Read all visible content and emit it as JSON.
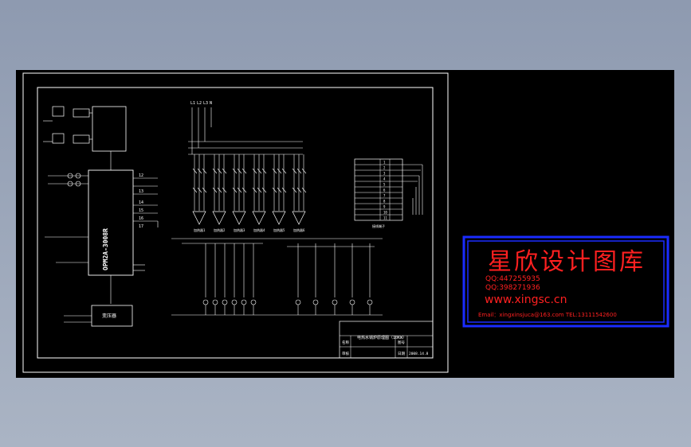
{
  "drawing": {
    "controller_label": "OPM2A-3008R",
    "title_block": {
      "title": "电热水锅炉原理图（10KW）",
      "row1_label": "名称",
      "row1_right": "图号",
      "row2_label": "审核",
      "row2_right": "日期",
      "row2_date": "2008.14.8"
    },
    "transformer_label": "变压器",
    "motor_labels": [
      "加热器1",
      "加热器2",
      "加热器3",
      "加热器4",
      "加热器5",
      "加热器6"
    ],
    "terminal_header": "接线端子",
    "terminal_rows": [
      "1",
      "2",
      "3",
      "4",
      "5",
      "6",
      "7",
      "8",
      "9",
      "10",
      "11"
    ],
    "phase_labels": [
      "L1",
      "L2",
      "L3",
      "N"
    ],
    "pin_labels": [
      "12",
      "13",
      "14",
      "15",
      "16",
      "17"
    ]
  },
  "watermark": {
    "title": "星欣设计图库",
    "qq1": "QQ:447255935",
    "qq2": "QQ:398271936",
    "website": "www.xingsc.cn",
    "contact": "Email：xingxinsjuca@163.com   TEL:13111542600"
  },
  "colors": {
    "line": "#ffffff",
    "watermark_red": "#ff2020",
    "watermark_border": "#1a2cff"
  }
}
